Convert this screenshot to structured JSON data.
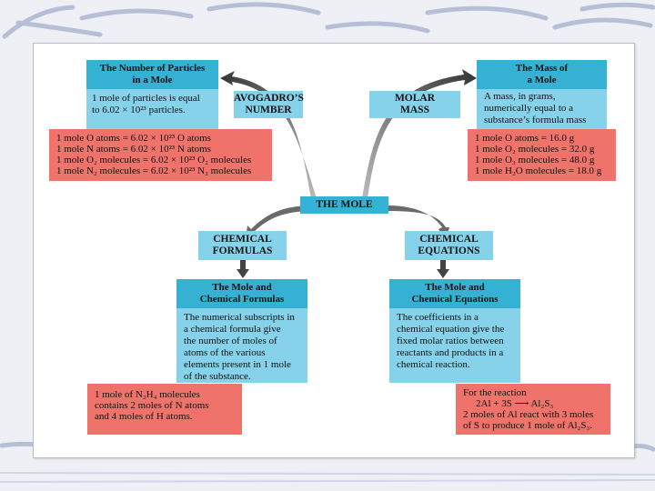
{
  "central": "THE MOLE",
  "particles": {
    "title_lines": [
      "The Number of Particles",
      "in a Mole"
    ],
    "desc_lines": [
      "1 mole of particles is equal",
      "to 6.02 × 10²³ particles."
    ],
    "examples": [
      "1 mole O atoms = 6.02 × 10²³ O atoms",
      "1 mole N atoms = 6.02 × 10²³ N atoms",
      "1 mole O₂ molecules = 6.02 × 10²³ O₂ molecules",
      "1 mole N₂ molecules = 6.02 × 10²³ N₂ molecules"
    ]
  },
  "avogadro_label_lines": [
    "AVOGADRO’S",
    "NUMBER"
  ],
  "mass": {
    "title_lines": [
      "The Mass of",
      "a Mole"
    ],
    "desc_lines": [
      "A mass, in grams,",
      "numerically equal to a",
      "substance’s formula mass"
    ],
    "examples": [
      "1 mole O atoms = 16.0 g",
      "1 mole O₂ molecules = 32.0 g",
      "1 mole O₃ molecules = 48.0 g",
      "1 mole H₂O molecules = 18.0 g"
    ]
  },
  "molar_mass_label_lines": [
    "MOLAR",
    "MASS"
  ],
  "formulas_label_lines": [
    "CHEMICAL",
    "FORMULAS"
  ],
  "equations_label_lines": [
    "CHEMICAL",
    "EQUATIONS"
  ],
  "formulas": {
    "title_lines": [
      "The Mole and",
      "Chemical Formulas"
    ],
    "desc_lines": [
      "The numerical subscripts in",
      "a chemical formula give",
      "the number of moles of",
      "atoms of the various",
      "elements present in 1 mole",
      "of the substance."
    ],
    "example_lines": [
      "1 mole of N₂H₄ molecules",
      "contains 2 moles of N atoms",
      "and 4 moles of H atoms."
    ]
  },
  "equations": {
    "title_lines": [
      "The Mole and",
      "Chemical Equations"
    ],
    "desc_lines": [
      "The coefficients in a",
      "chemical equation give the",
      "fixed molar ratios between",
      "reactants and products in a",
      "chemical reaction."
    ],
    "example_lines": [
      "For the reaction",
      "2Al + 3S ⟶ Al₂S₃",
      "2 moles of Al react with 3 moles",
      "of S to produce 1 mole of Al₂S₃."
    ]
  },
  "colors": {
    "header_blue": "#35b2d3",
    "light_blue": "#86d2ea",
    "pink": "#f0736b",
    "arrow": "#4a4a4a"
  }
}
